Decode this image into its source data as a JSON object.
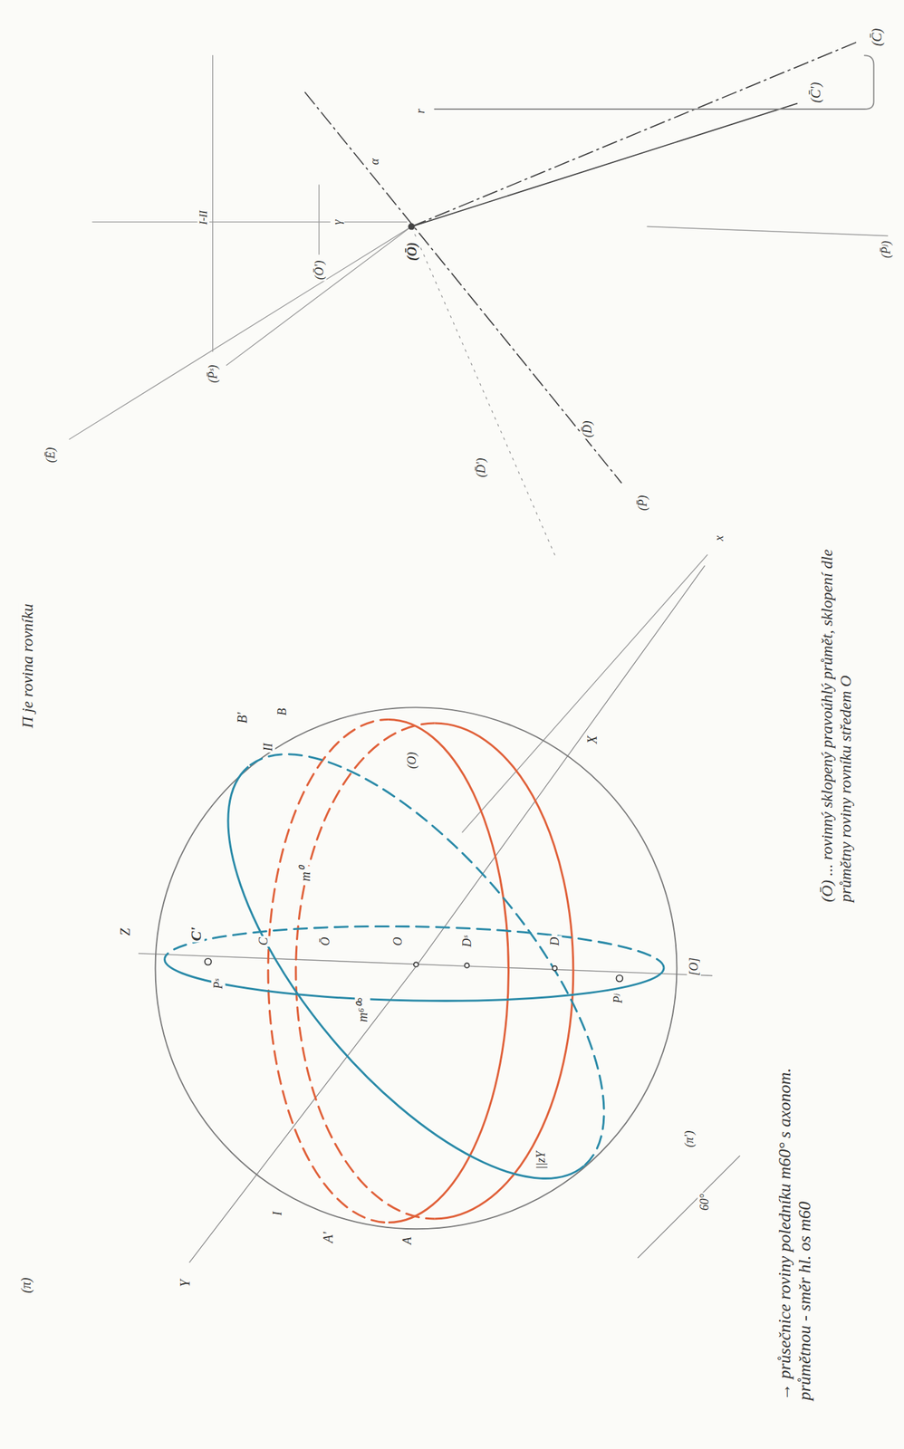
{
  "diagram": {
    "labels": [
      "Π je rovina rovníku",
      "(π)",
      "Z",
      "X",
      "Y",
      "x",
      "C'",
      "Pˢ",
      "C",
      "Ō",
      "O",
      "Dˢ",
      "D",
      "Pʲ",
      "(O)",
      "A'",
      "A",
      "I",
      "B'",
      "B",
      "II",
      "m⁰",
      "m⁶⁰°",
      "[O]",
      "60°",
      "||zY",
      "(π')",
      "(C̄)",
      "(C̄')",
      "(Ō')",
      "I-II",
      "(P̄ˢ)",
      "(Ē)",
      "(Ō)",
      "(D̄)",
      "(P̄)",
      "(D̄')",
      "(P̄ʲ)",
      "α",
      "γ",
      "r",
      "→ průsečnice roviny poledníku m60° s axonom. průmětnou - směr hl. os m60",
      "(Ō) ... rovinný sklopený pravoúhlý průmět, sklopení dle průmětny roviny rovníku středem O"
    ]
  }
}
